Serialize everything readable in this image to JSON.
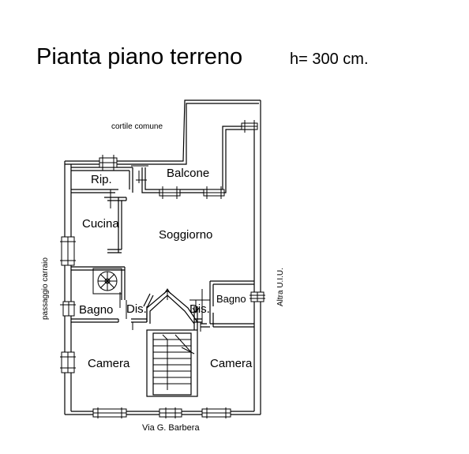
{
  "header": {
    "title": "Pianta piano terreno",
    "height": "h= 300 cm."
  },
  "annotations": {
    "courtyard": "cortile comune",
    "driveway": "passaggio carraio",
    "neighbor": "Altra U.I.U.",
    "street": "Via G. Barbera"
  },
  "rooms": {
    "storage": "Rip.",
    "balcony": "Balcone",
    "kitchen": "Cucina",
    "living": "Soggiorno",
    "bath_left": "Bagno",
    "bath_right": "Bagno",
    "hall_left": "Dis.",
    "hall_right": "Dis.",
    "bedroom_left": "Camera",
    "bedroom_right": "Camera"
  }
}
